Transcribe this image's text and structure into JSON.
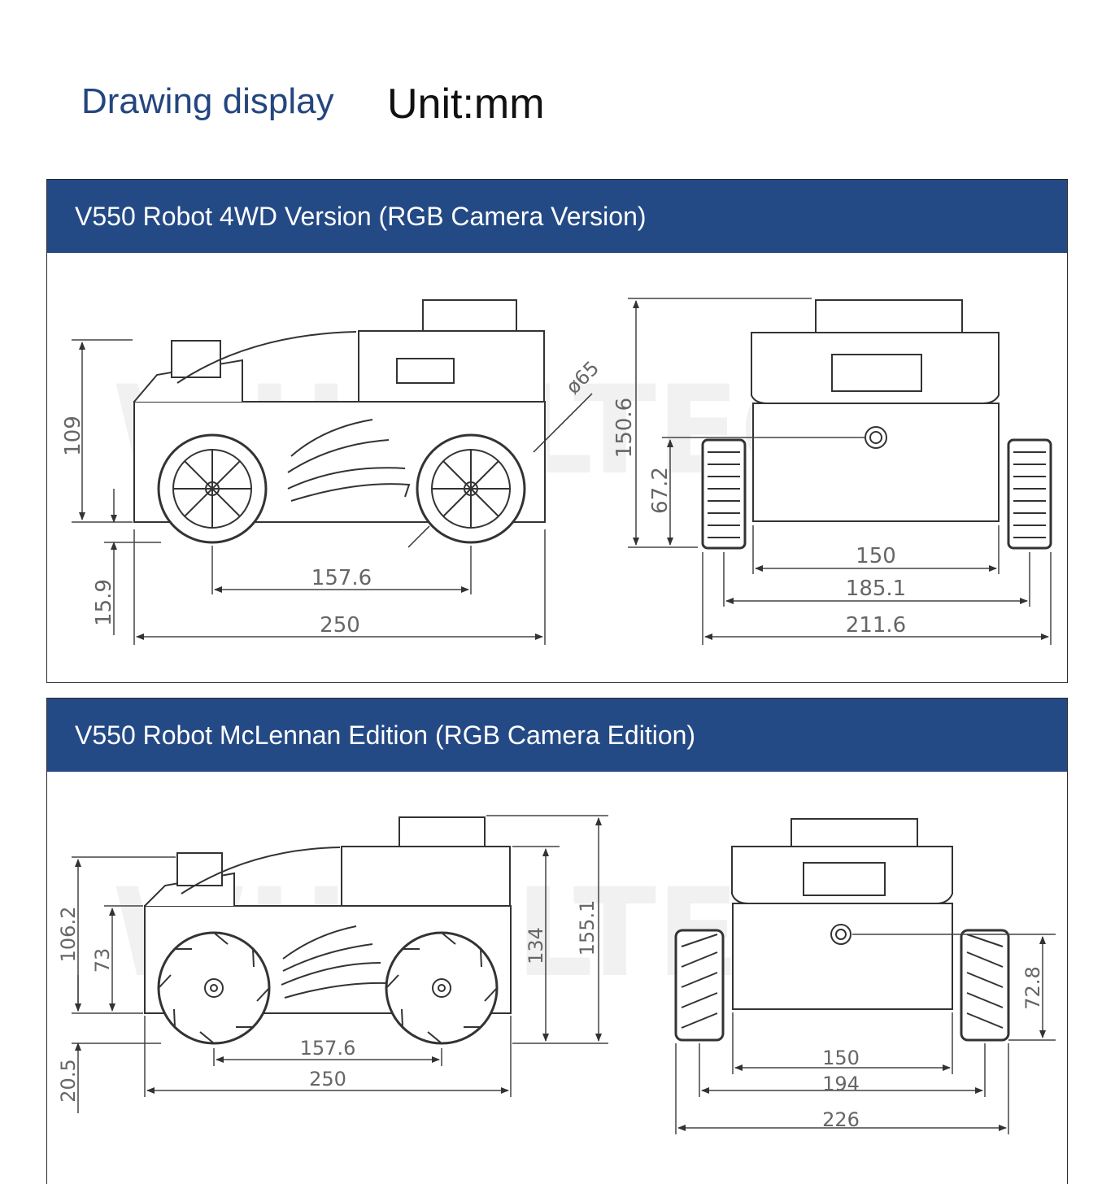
{
  "header": {
    "title": "Drawing display",
    "unit": "Unit:mm"
  },
  "panels": [
    {
      "title": "V550 Robot 4WD Version (RGB Camera Version)",
      "side": {
        "height": "109",
        "ground": "15.9",
        "wheelbase": "157.6",
        "length": "250",
        "wheel_dia": "ø65"
      },
      "front": {
        "total_height": "150.6",
        "axle": "67.2",
        "body_width": "150",
        "track": "185.1",
        "total_width": "211.6"
      },
      "watermark": "WHEELTEC"
    },
    {
      "title": "V550 Robot McLennan Edition (RGB Camera Edition)",
      "side": {
        "height": "106.2",
        "chassis": "73",
        "mid": "134",
        "total_height": "155.1",
        "ground": "20.5",
        "wheelbase": "157.6",
        "length": "250"
      },
      "front": {
        "axle": "72.8",
        "body_width": "150",
        "track": "194",
        "total_width": "226"
      },
      "watermark": "WHEELTEC"
    }
  ]
}
